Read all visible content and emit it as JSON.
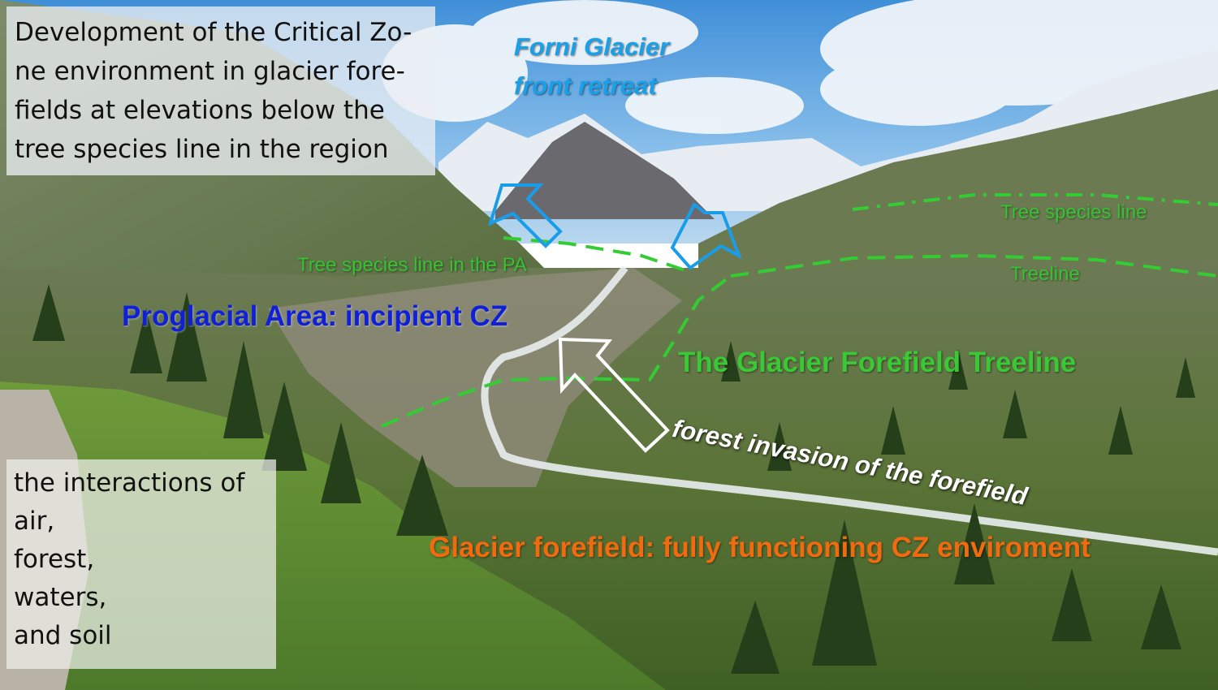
{
  "title_box": {
    "text": "Development of the Critical Zo-ne environment in glacier fore-fields at elevations below the tree species line in the region"
  },
  "interactions_box": {
    "text": "the interactions of\nair,\nforest,\nwaters,\nand soil"
  },
  "labels": {
    "glacier_retreat": "Forni Glacier\nfront retreat",
    "tree_species_line_pa": "Tree species line in the PA",
    "tree_species_line": "Tree species line",
    "treeline": "Treeline",
    "proglacial_area": "Proglacial Area: incipient CZ",
    "glacier_forefield_treeline": "The Glacier Forefield Treeline",
    "forest_invasion": "forest invasion of the forefield",
    "glacier_forefield_full": "Glacier forefield: fully functioning CZ enviroment"
  },
  "colors": {
    "glacier_label": "#1aa0e8",
    "proglacial_label": "#1020d8",
    "green_lines": "#33cc33",
    "forefield_label": "#f06a10"
  },
  "icons": [
    "blue-arrow-icon",
    "white-arrow-icon"
  ]
}
